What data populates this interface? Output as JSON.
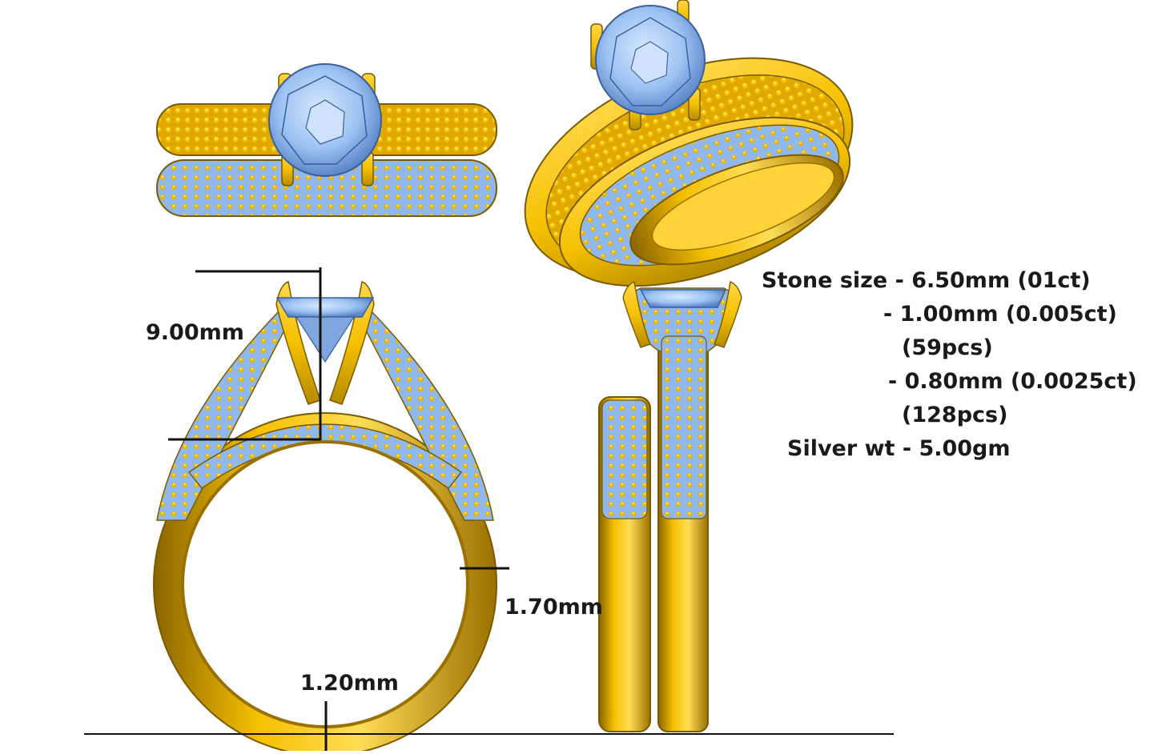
{
  "dimensions": {
    "head_height": "9.00mm",
    "band_thickness": "1.70mm",
    "band_bottom_width": "1.20mm"
  },
  "specs": {
    "stone_size_1": "Stone size - 6.50mm (01ct)",
    "stone_size_2": "- 1.00mm (0.005ct)",
    "stone_qty_2": "(59pcs)",
    "stone_size_3": "- 0.80mm (0.0025ct)",
    "stone_qty_3": "(128pcs)",
    "silver_weight": "Silver wt - 5.00gm"
  },
  "colors": {
    "gold": "#f5c000",
    "gold_dark": "#b08400",
    "gold_shadow": "#7a5a00",
    "stone": "#8fb8ee",
    "stone_light": "#c4dcff",
    "stone_edge": "#3a5f9a",
    "line": "#111111"
  }
}
